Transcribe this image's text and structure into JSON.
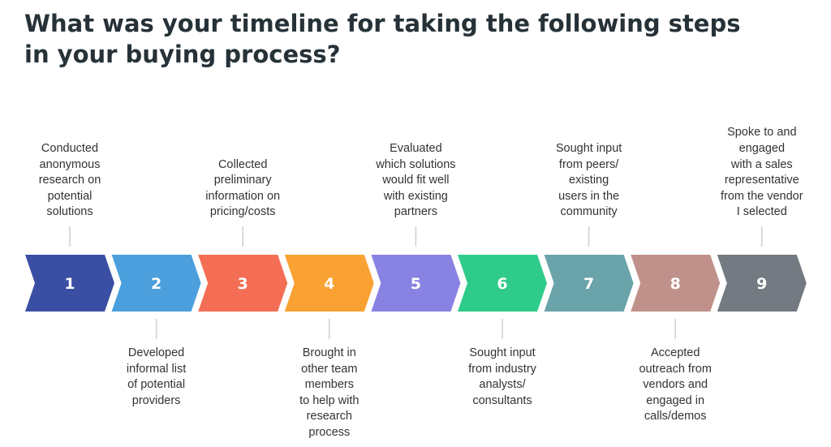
{
  "title": "What was your timeline for taking the following steps in your buying process?",
  "steps": [
    {
      "number": "1",
      "label": "Conducted\nanonymous\nresearch on\npotential\nsolutions",
      "position": "above",
      "color": "#3a4fa4"
    },
    {
      "number": "2",
      "label": "Developed\ninformal list\nof potential\nproviders",
      "position": "below",
      "color": "#4a9fdc"
    },
    {
      "number": "3",
      "label": "Collected\npreliminary\ninformation on\npricing/costs",
      "position": "above",
      "color": "#f36e55"
    },
    {
      "number": "4",
      "label": "Brought in\nother team\nmembers\nto help with\nresearch\nprocess",
      "position": "below",
      "color": "#f9a133"
    },
    {
      "number": "5",
      "label": "Evaluated\nwhich solutions\nwould fit well\nwith existing\npartners",
      "position": "above",
      "color": "#8882e3"
    },
    {
      "number": "6",
      "label": "Sought input\nfrom industry\nanalysts/\nconsultants",
      "position": "below",
      "color": "#2fcb8a"
    },
    {
      "number": "7",
      "label": "Sought input\nfrom peers/\nexisting\nusers in the\ncommunity",
      "position": "above",
      "color": "#6aa3aa"
    },
    {
      "number": "8",
      "label": "Accepted\noutreach from\nvendors and\nengaged in\ncalls/demos",
      "position": "below",
      "color": "#c0918a"
    },
    {
      "number": "9",
      "label": "Spoke to and\nengaged\nwith a sales\nrepresentative\nfrom the vendor\nI selected",
      "position": "above",
      "color": "#737a81"
    }
  ]
}
